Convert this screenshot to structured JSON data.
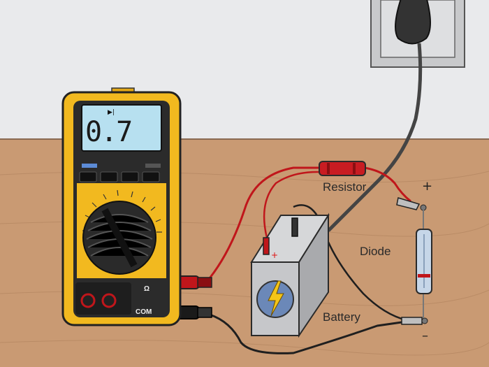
{
  "meter": {
    "display_value": "0.7",
    "mode_icon": "diode-mode-icon",
    "lead_ohm_label": "Ω",
    "lead_com_label": "COM",
    "body_color": "#f2b91f",
    "face_color": "#2b2b2b"
  },
  "labels": {
    "resistor": "Resistor",
    "diode": "Diode",
    "battery": "Battery",
    "positive": "+",
    "negative": "–",
    "battery_plus": "+"
  },
  "colors": {
    "wall": "#e9eaec",
    "table": "#c99a73",
    "red_lead": "#c0161b",
    "black_lead": "#1f1f1f"
  }
}
